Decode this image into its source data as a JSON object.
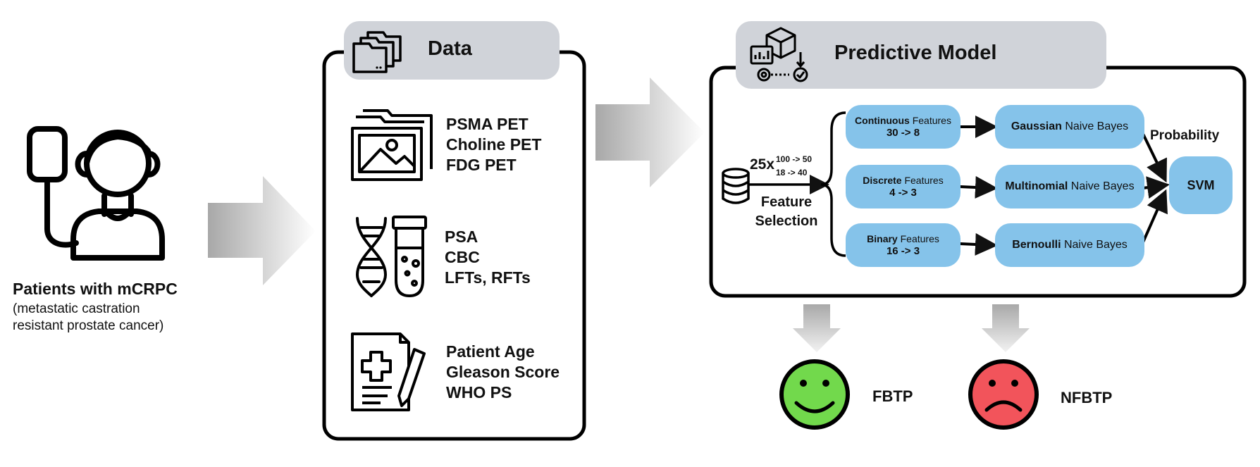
{
  "patients": {
    "title": "Patients with mCRPC",
    "subtitle_line1": "(metastatic castration",
    "subtitle_line2": "resistant prostate cancer)",
    "icon": "patient-iv-icon"
  },
  "data_panel": {
    "title": "Data",
    "icon": "folders-icon",
    "groups": [
      {
        "icon": "image-folder-icon",
        "lines": [
          "PSMA PET",
          "Choline PET",
          "FDG PET"
        ]
      },
      {
        "icon": "dna-test-tube-icon",
        "lines": [
          "PSA",
          "CBC",
          "LFTs, RFTs"
        ]
      },
      {
        "icon": "medical-record-icon",
        "lines": [
          "Patient Age",
          "Gleason Score",
          "WHO PS"
        ]
      }
    ]
  },
  "model_panel": {
    "title": "Predictive Model",
    "icon": "model-pipeline-icon",
    "repeat": "25x",
    "ratio1": "100 -> 50",
    "ratio2": "18 -> 40",
    "feature_selection_line1": "Feature",
    "feature_selection_line2": "Selection",
    "database_icon": "database-icon",
    "features": [
      {
        "type": "Continuous",
        "suffix": " Features",
        "ratio": "30 -> 8"
      },
      {
        "type": "Discrete",
        "suffix": " Features",
        "ratio": "4 -> 3"
      },
      {
        "type": "Binary",
        "suffix": " Features",
        "ratio": "16 -> 3"
      }
    ],
    "classifiers": [
      {
        "bold": "Gaussian",
        "rest": " Naive Bayes"
      },
      {
        "bold": "Multinomial",
        "rest": " Naive Bayes"
      },
      {
        "bold": "Bernoulli",
        "rest": " Naive Bayes"
      }
    ],
    "probability_label": "Probability",
    "svm_label": "SVM"
  },
  "outcomes": [
    {
      "label": "FBTP",
      "icon": "smiley-face-icon",
      "color": "#72d94c"
    },
    {
      "label": "NFBTP",
      "icon": "sad-face-icon",
      "color": "#f2545b"
    }
  ],
  "colors": {
    "pill": "#85c3ea",
    "tag": "#d0d3d9"
  }
}
